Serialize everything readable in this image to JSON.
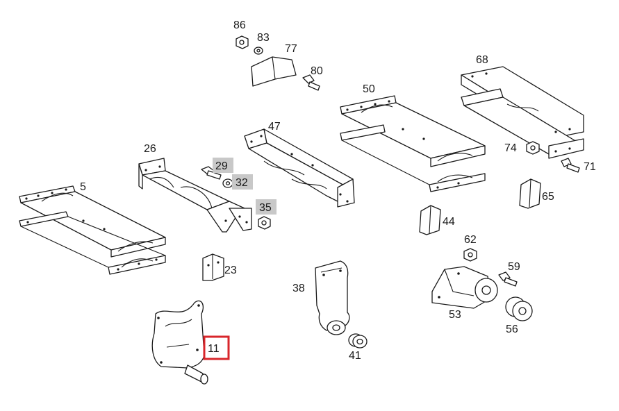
{
  "diagram": {
    "callouts": {
      "p5": "5",
      "p11": "11",
      "p23": "23",
      "p26": "26",
      "p29": "29",
      "p32": "32",
      "p35": "35",
      "p38": "38",
      "p41": "41",
      "p44": "44",
      "p47": "47",
      "p50": "50",
      "p53": "53",
      "p56": "56",
      "p59": "59",
      "p62": "62",
      "p65": "65",
      "p68": "68",
      "p71": "71",
      "p74": "74",
      "p77": "77",
      "p80": "80",
      "p83": "83",
      "p86": "86"
    },
    "highlighted_callouts": [
      "29",
      "32",
      "35"
    ],
    "selected_callout": "11",
    "colors": {
      "line": "#1a1a1a",
      "highlight": "#c8c8c8",
      "selection": "#d8262b"
    }
  }
}
